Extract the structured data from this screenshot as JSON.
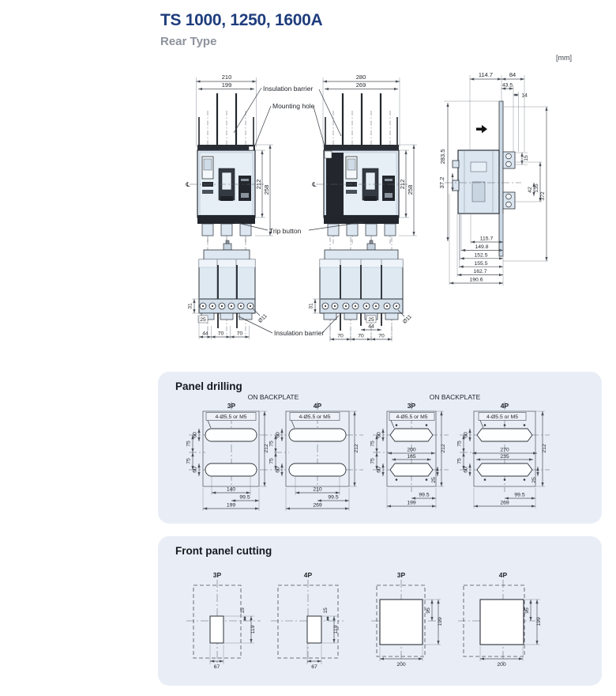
{
  "page": {
    "title": "TS 1000, 1250, 1600A",
    "subtitle": "Rear Type",
    "units_label": "[mm]"
  },
  "callouts": {
    "insulation_barrier": "Insulation barrier",
    "mounting_hole": "Mounting hole",
    "trip_button": "Trip button",
    "insulation_barrier_rear": "Insulation barrier",
    "centerline_symbol": "℄"
  },
  "front_3p": {
    "w_outer": "210",
    "w_inner": "199",
    "h_face": "212",
    "h_overall": "258"
  },
  "front_4p": {
    "w_outer": "280",
    "w_inner": "269",
    "h_face": "212",
    "h_overall": "258"
  },
  "side": {
    "depth_front": "114.7",
    "stud_length": "84",
    "d43_5": "43.5",
    "d14": "14",
    "height": "283.5",
    "d37_2": "37.2",
    "d15": "15",
    "d42": "42",
    "d135": "135",
    "d372": "372",
    "stack": [
      "115.7",
      "149.8",
      "152.5",
      "155.5",
      "162.7",
      "190.6"
    ]
  },
  "rear_3p": {
    "d31": "31",
    "d25": "25",
    "d44": "44",
    "d70a": "70",
    "d70b": "70",
    "hole": "Ø11"
  },
  "rear_4p": {
    "d31": "31",
    "d25": "25",
    "d44": "44",
    "d70a": "70",
    "d70b": "70",
    "d70c": "70",
    "hole": "Ø11"
  },
  "panel_drilling": {
    "title": "Panel drilling",
    "backplate_left": "ON BACKPLATE",
    "backplate_right": "ON BACKPLATE",
    "d1": {
      "pole": "3P",
      "hole_note": "4-Ø5.5 or M5",
      "d60a": "60",
      "d60b": "60",
      "d75a": "75",
      "d75b": "75",
      "d212": "212",
      "d140": "140",
      "d99_5": "99.5",
      "d199": "199"
    },
    "d2": {
      "pole": "4P",
      "hole_note": "4-Ø5.5 or M5",
      "d60a": "60",
      "d60b": "60",
      "d75a": "75",
      "d75b": "75",
      "d212": "212",
      "d210": "210",
      "d99_5": "99.5",
      "d269": "269"
    },
    "d3": {
      "pole": "3P",
      "hole_note": "4-Ø5.5 or M5",
      "d60a": "60",
      "d60b": "60",
      "d75a": "75",
      "d75b": "75",
      "d200": "200",
      "d165": "165",
      "d212": "212",
      "d25": "25",
      "d99_5": "99.5",
      "d199": "199"
    },
    "d4": {
      "pole": "4P",
      "hole_note": "4-Ø5.5 or M5",
      "d60a": "60",
      "d60b": "60",
      "d75a": "75",
      "d75b": "75",
      "d270": "270",
      "d235": "235",
      "d212": "212",
      "d25": "25",
      "d99_5": "99.5",
      "d269": "269"
    }
  },
  "front_cutting": {
    "title": "Front panel cutting",
    "c1": {
      "pole": "3P",
      "d15": "15",
      "d119": "119",
      "d67": "67"
    },
    "c2": {
      "pole": "4P",
      "d15": "15",
      "d119": "119",
      "d67": "67"
    },
    "c3": {
      "pole": "3P",
      "d95": "95",
      "d199": "199",
      "d200": "200"
    },
    "c4": {
      "pole": "4P",
      "d95": "95",
      "d199": "199",
      "d200": "200"
    }
  }
}
